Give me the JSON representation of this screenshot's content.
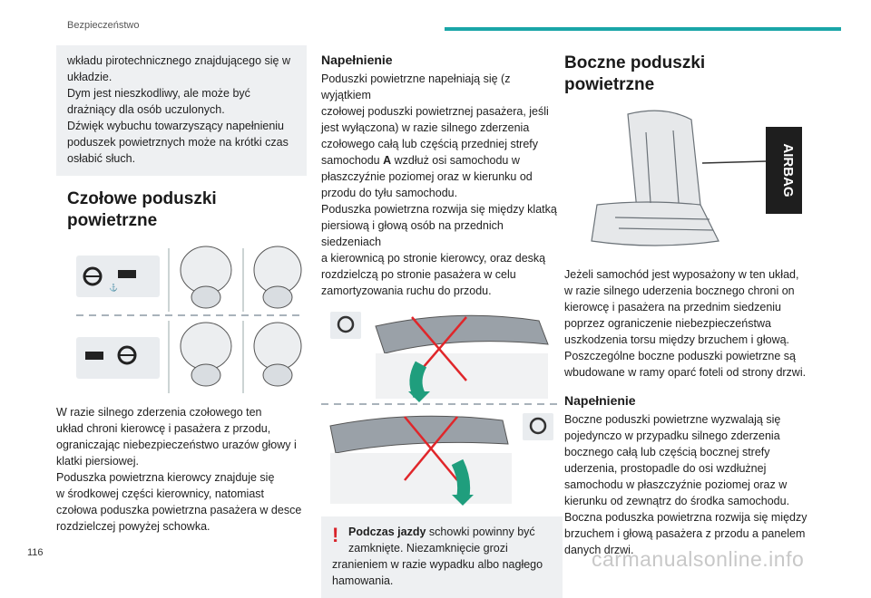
{
  "page": {
    "section_header": "Bezpieczeństwo",
    "page_number": "116",
    "watermark": "carmanualsonline.info"
  },
  "column1": {
    "note_lines": [
      "wkładu pirotechnicznego znajdującego się w",
      "układzie.",
      "Dym jest nieszkodliwy, ale może być",
      "drażniący dla osób uczulonych.",
      "Dźwięk wybuchu towarzyszący napełnieniu",
      "poduszek powietrznych może na krótki czas",
      "osłabić słuch."
    ],
    "heading_lines": [
      "Czołowe poduszki",
      "powietrzne"
    ],
    "body_lines": [
      "W razie silnego zderzenia czołowego ten",
      "układ chroni kierowcę i pasażera z przodu,",
      "ograniczając niebezpieczeństwo urazów głowy i",
      "klatki piersiowej.",
      "Poduszka powietrzna kierowcy znajduje się",
      "w środkowej części kierownicy, natomiast",
      "czołowa poduszka powietrzna pasażera w desce",
      "rozdzielczej powyżej schowka."
    ]
  },
  "column2": {
    "heading": "Napełnienie",
    "body_lines": [
      "Poduszki powietrzne napełniają się (z wyjątkiem",
      "czołowej poduszki powietrznej pasażera, jeśli",
      "jest wyłączona) w razie silnego zderzenia",
      "czołowego całą lub częścią przedniej strefy",
      "samochodu __A__ wzdłuż osi samochodu w",
      "płaszczyźnie poziomej oraz w kierunku od",
      "przodu do tyłu samochodu.",
      "Poduszka powietrzna rozwija się między klatką",
      "piersiową i głową osób na przednich siedzeniach",
      "a kierownicą po stronie kierowcy, oraz deską",
      "rozdzielczą po stronie pasażera w celu",
      "zamortyzowania ruchu do przodu."
    ],
    "body_line5_a": "samochodu ",
    "body_line5_bold": "A",
    "body_line5_b": " wzdłuż osi samochodu w",
    "warning": {
      "icon": "!",
      "bold": "Podczas jazdy",
      "line1_rest": " schowki powinny być",
      "lines": [
        "zamknięte. Niezamknięcie grozi",
        "zranieniem w razie wypadku albo nagłego",
        "hamowania."
      ]
    }
  },
  "column3": {
    "heading_lines": [
      "Boczne poduszki",
      "powietrzne"
    ],
    "airbag_label": "AIRBAG",
    "body_lines": [
      "Jeżeli samochód jest wyposażony w ten układ,",
      "w razie silnego uderzenia bocznego chroni on",
      "kierowcę i pasażera na przednim siedzeniu",
      "poprzez ograniczenie niebezpieczeństwa",
      "uszkodzenia torsu między brzuchem i głową.",
      "Poszczególne boczne poduszki powietrzne są",
      "wbudowane w ramy oparć foteli od strony drzwi."
    ],
    "subheading": "Napełnienie",
    "body2_lines": [
      "Boczne poduszki powietrzne wyzwalają się",
      "pojedynczo w przypadku silnego zderzenia",
      "bocznego całą lub częścią bocznej strefy",
      "uderzenia, prostopadle do osi wzdłużnej",
      "samochodu w płaszczyźnie poziomej oraz w",
      "kierunku od zewnątrz do środka samochodu.",
      "Boczna poduszka powietrzna rozwija się między",
      "brzuchem i głową pasażera z przodu a panelem",
      "danych drzwi."
    ]
  },
  "colors": {
    "accent": "#1aa6a8",
    "note_bg": "#eef0f2",
    "warning_red": "#d8232a"
  }
}
